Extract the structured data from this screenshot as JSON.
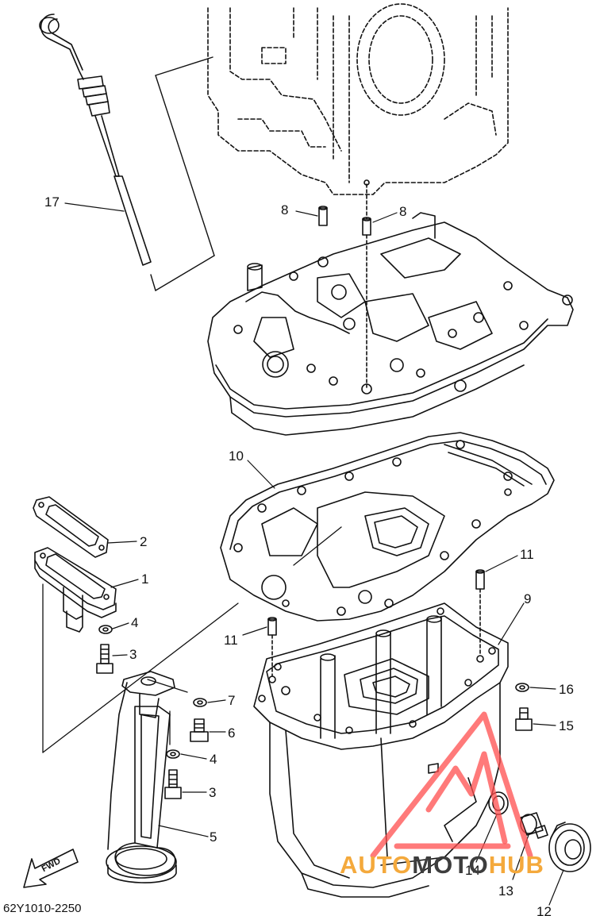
{
  "diagram": {
    "drawing_code": "62Y1010-2250",
    "fwd_label": "FWD",
    "callouts": [
      "17",
      "8",
      "8",
      "10",
      "2",
      "1",
      "4",
      "3",
      "7",
      "6",
      "4",
      "3",
      "5",
      "11",
      "11",
      "9",
      "16",
      "15",
      "14",
      "13",
      "12"
    ]
  },
  "watermark": {
    "part1": "AUTO",
    "part2": "MOTO",
    "part3": "HUB",
    "triangle_color": "#ff4d4d",
    "orange": "#f4a93c",
    "dark": "#3d3d3d"
  },
  "colors": {
    "line": "#111111",
    "background": "#ffffff"
  }
}
